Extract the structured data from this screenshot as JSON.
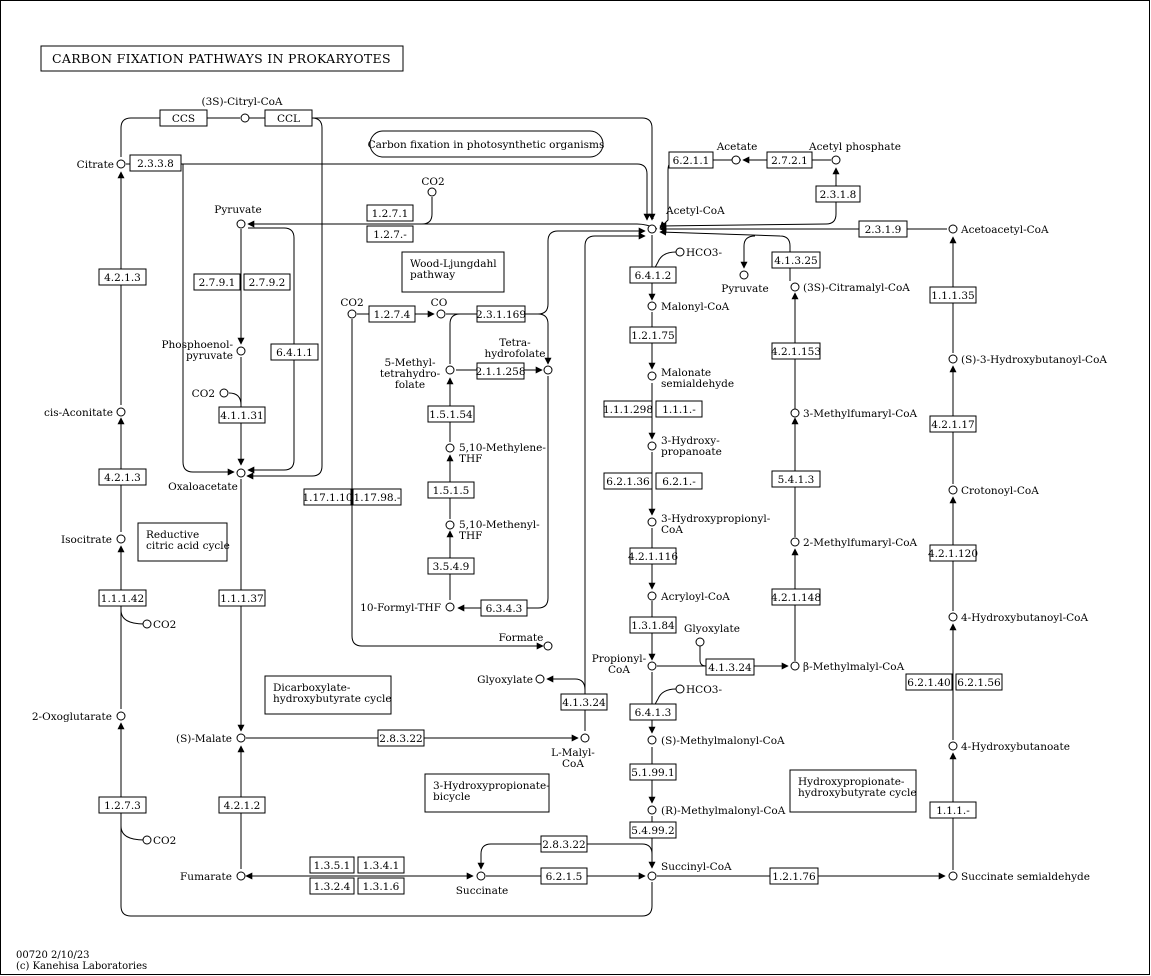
{
  "title": "CARBON FIXATION PATHWAYS IN PROKARYOTES",
  "footer": [
    "00720 2/10/23",
    "(c) Kanehisa Laboratories"
  ],
  "compounds": [
    {
      "id": "citryl",
      "label": "(3S)-Citryl-CoA"
    },
    {
      "id": "citrate",
      "label": "Citrate"
    },
    {
      "id": "co2_a",
      "label": "CO2"
    },
    {
      "id": "pyruvate",
      "label": "Pyruvate"
    },
    {
      "id": "pep",
      "label": "Phosphoenol-\npyruvate"
    },
    {
      "id": "co2_b",
      "label": "CO2"
    },
    {
      "id": "cisaconitate",
      "label": "cis-Aconitate"
    },
    {
      "id": "oxaloacetate",
      "label": "Oxaloacetate"
    },
    {
      "id": "isocitrate",
      "label": "Isocitrate"
    },
    {
      "id": "co2_c",
      "label": "CO2"
    },
    {
      "id": "oxoglutarate",
      "label": "2-Oxoglutarate"
    },
    {
      "id": "smalate",
      "label": "(S)-Malate"
    },
    {
      "id": "co2_d",
      "label": "CO2"
    },
    {
      "id": "fumarate",
      "label": "Fumarate"
    },
    {
      "id": "succinate",
      "label": "Succinate"
    },
    {
      "id": "co2_e",
      "label": "CO2"
    },
    {
      "id": "co",
      "label": "CO"
    },
    {
      "id": "thf",
      "label": "Tetra-\nhydrofolate"
    },
    {
      "id": "methylthf",
      "label": "5-Methyl-\ntetrahydro-\nfolate"
    },
    {
      "id": "methylenethf",
      "label": "5,10-Methylene-\nTHF"
    },
    {
      "id": "methenylthf",
      "label": "5,10-Methenyl-\nTHF"
    },
    {
      "id": "formylthf",
      "label": "10-Formyl-THF"
    },
    {
      "id": "formate",
      "label": "Formate"
    },
    {
      "id": "glyoxylate_a",
      "label": "Glyoxylate"
    },
    {
      "id": "lmalyl",
      "label": "L-Malyl-\nCoA"
    },
    {
      "id": "acetate",
      "label": "Acetate"
    },
    {
      "id": "acetylp",
      "label": "Acetyl phosphate"
    },
    {
      "id": "acetylcoa",
      "label": "Acetyl-CoA"
    },
    {
      "id": "hco3_a",
      "label": "HCO3-"
    },
    {
      "id": "pyruvate_b",
      "label": "Pyruvate"
    },
    {
      "id": "acetoacetyl",
      "label": "Acetoacetyl-CoA"
    },
    {
      "id": "malonyl",
      "label": "Malonyl-CoA"
    },
    {
      "id": "malonate_sa",
      "label": "Malonate\nsemialdehyde"
    },
    {
      "id": "hydroxyprop",
      "label": "3-Hydroxy-\npropanoate"
    },
    {
      "id": "hydroxypropcoa",
      "label": "3-Hydroxypropionyl-\nCoA"
    },
    {
      "id": "acryloyl",
      "label": "Acryloyl-CoA"
    },
    {
      "id": "glyoxylate_b",
      "label": "Glyoxylate"
    },
    {
      "id": "propionyl",
      "label": "Propionyl-\nCoA"
    },
    {
      "id": "hco3_b",
      "label": "HCO3-"
    },
    {
      "id": "smethylmalonyl",
      "label": "(S)-Methylmalonyl-CoA"
    },
    {
      "id": "rmethylmalonyl",
      "label": "(R)-Methylmalonyl-CoA"
    },
    {
      "id": "succinylcoa",
      "label": "Succinyl-CoA"
    },
    {
      "id": "succsemi",
      "label": "Succinate semialdehyde"
    },
    {
      "id": "citramalyl",
      "label": "(3S)-Citramalyl-CoA"
    },
    {
      "id": "methylfumaryl3",
      "label": "3-Methylfumaryl-CoA"
    },
    {
      "id": "methylfumaryl2",
      "label": "2-Methylfumaryl-CoA"
    },
    {
      "id": "bmethylmalyl",
      "label": "β-Methylmalyl-CoA"
    },
    {
      "id": "hydroxybutanoyl3",
      "label": "(S)-3-Hydroxybutanoyl-CoA"
    },
    {
      "id": "crotonoyl",
      "label": "Crotonoyl-CoA"
    },
    {
      "id": "hydroxybutanoyl4",
      "label": "4-Hydroxybutanoyl-CoA"
    },
    {
      "id": "hydroxybutanoate4",
      "label": "4-Hydroxybutanoate"
    }
  ],
  "enzymes": [
    "CCS",
    "CCL",
    "2.3.3.8",
    "4.2.1.3",
    "4.2.1.3",
    "1.1.1.42",
    "1.2.7.3",
    "2.7.9.1",
    "2.7.9.2",
    "4.1.1.31",
    "6.4.1.1",
    "1.1.1.37",
    "4.2.1.2",
    "1.3.5.1",
    "1.3.4.1",
    "1.3.2.4",
    "1.3.1.6",
    "2.8.3.22",
    "1.2.7.1",
    "1.2.7.-",
    "1.17.1.10",
    "1.17.98.-",
    "1.2.7.4",
    "2.3.1.169",
    "2.1.1.258",
    "1.5.1.54",
    "1.5.1.5",
    "3.5.4.9",
    "6.3.4.3",
    "4.1.3.24",
    "2.8.3.22",
    "6.2.1.5",
    "6.2.1.1",
    "2.7.2.1",
    "2.3.1.8",
    "2.3.1.9",
    "6.4.1.2",
    "1.2.1.75",
    "1.1.1.298",
    "1.1.1.-",
    "6.2.1.36",
    "6.2.1.-",
    "4.2.1.116",
    "1.3.1.84",
    "6.4.1.3",
    "5.1.99.1",
    "5.4.99.2",
    "4.1.3.25",
    "4.2.1.153",
    "5.4.1.3",
    "4.2.1.148",
    "4.1.3.24",
    "1.1.1.35",
    "4.2.1.17",
    "4.2.1.120",
    "6.2.1.40",
    "6.2.1.56",
    "1.1.1.-",
    "1.2.1.76"
  ],
  "maps": [
    "Carbon fixation in photosynthetic organisms"
  ],
  "pathway_labels": [
    "Wood-Ljungdahl\npathway",
    "Reductive\ncitric acid cycle",
    "Dicarboxylate-\nhydroxybutyrate cycle",
    "3-Hydroxypropionate-\nbicycle",
    "Hydroxypropionate-\nhydroxybutyrate cycle"
  ]
}
